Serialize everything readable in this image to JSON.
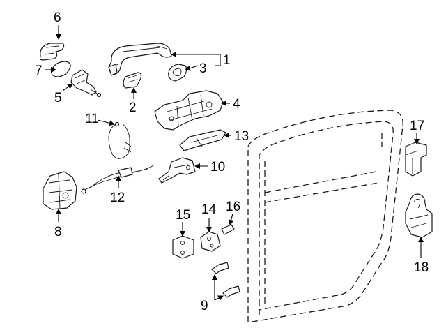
{
  "diagram": {
    "callouts": {
      "c1": "1",
      "c2": "2",
      "c3": "3",
      "c4": "4",
      "c5": "5",
      "c6": "6",
      "c7": "7",
      "c8": "8",
      "c9": "9",
      "c10": "10",
      "c11": "11",
      "c12": "12",
      "c13": "13",
      "c14": "14",
      "c15": "15",
      "c16": "16",
      "c17": "17",
      "c18": "18"
    },
    "colors": {
      "line": "#1a1a1a",
      "background": "#ffffff"
    }
  }
}
